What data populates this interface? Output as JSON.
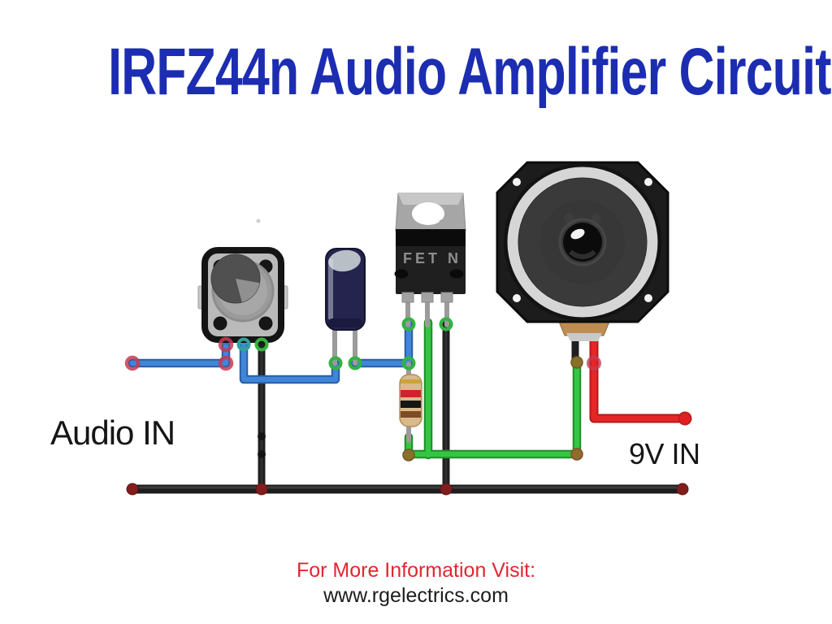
{
  "title": {
    "text": "IRFZ44n Audio Amplifier Circuit"
  },
  "labels": {
    "audio_in": "Audio IN",
    "power_in": "9V IN"
  },
  "mosfet": {
    "marking": "FET N"
  },
  "footer": {
    "line1": "For More Information Visit:",
    "line2": "www.rgelectrics.com"
  },
  "colors": {
    "title_blue": "#1c2db1",
    "footer_red": "#e22630",
    "label_black": "#161616",
    "wire_blue": "#3f86d8",
    "wire_blue_dark": "#2a5da6",
    "wire_green": "#35c544",
    "wire_green_dark": "#1f8f2a",
    "wire_red": "#e62626",
    "wire_red_dark": "#b51a1a",
    "wire_black": "#202020",
    "ground_bus_black": "#1d1d1d",
    "junction_crimson": "#c43b52",
    "junction_green": "#33b341",
    "junction_teal": "#2fa39b",
    "junction_olive": "#8a6f2a",
    "junction_dark_red": "#801d1d",
    "resistor_body": "#d9ba8c",
    "resistor_band_gold": "#c9a43c",
    "resistor_band_red": "#cf2330",
    "resistor_band_black": "#161616",
    "resistor_band_brown": "#7d4b24",
    "capacitor_navy": "#24244f",
    "pot_body_gray": "#bababa",
    "mosfet_body_black": "#1f1f1f",
    "speaker_frame_black": "#1c1c1c",
    "speaker_surround_gray": "#d6d6d6",
    "speaker_cone_gray": "#3a3a3a",
    "terminal_block_tan": "#bd8d52"
  }
}
